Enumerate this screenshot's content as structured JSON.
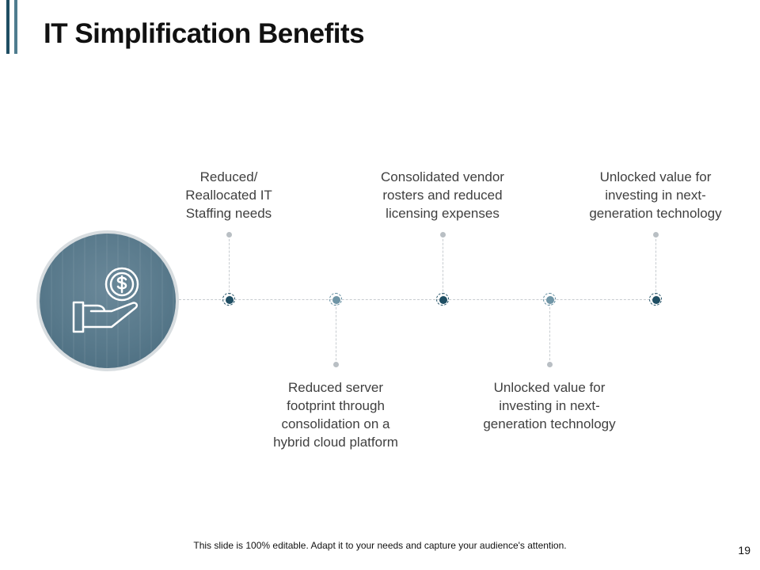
{
  "slide": {
    "title": "IT Simplification Benefits",
    "page_number": "19",
    "footer_note": "This slide is 100% editable. Adapt it to your needs and capture your audience's attention."
  },
  "timeline": {
    "icon": "money-hand-icon",
    "accent_dark": "#1f4e63",
    "accent_light": "#6f95a6",
    "items": [
      {
        "lines": [
          "Reduced/",
          "Reallocated IT",
          "Staffing needs"
        ]
      },
      {
        "lines": [
          "Reduced server",
          "footprint through",
          "consolidation on a",
          "hybrid cloud platform"
        ]
      },
      {
        "lines": [
          "Consolidated vendor",
          "rosters and reduced",
          "licensing expenses"
        ]
      },
      {
        "lines": [
          "Unlocked value for",
          "investing in next-",
          "generation technology"
        ]
      },
      {
        "lines": [
          "Unlocked value for",
          "investing in next-",
          "generation technology"
        ]
      }
    ]
  }
}
